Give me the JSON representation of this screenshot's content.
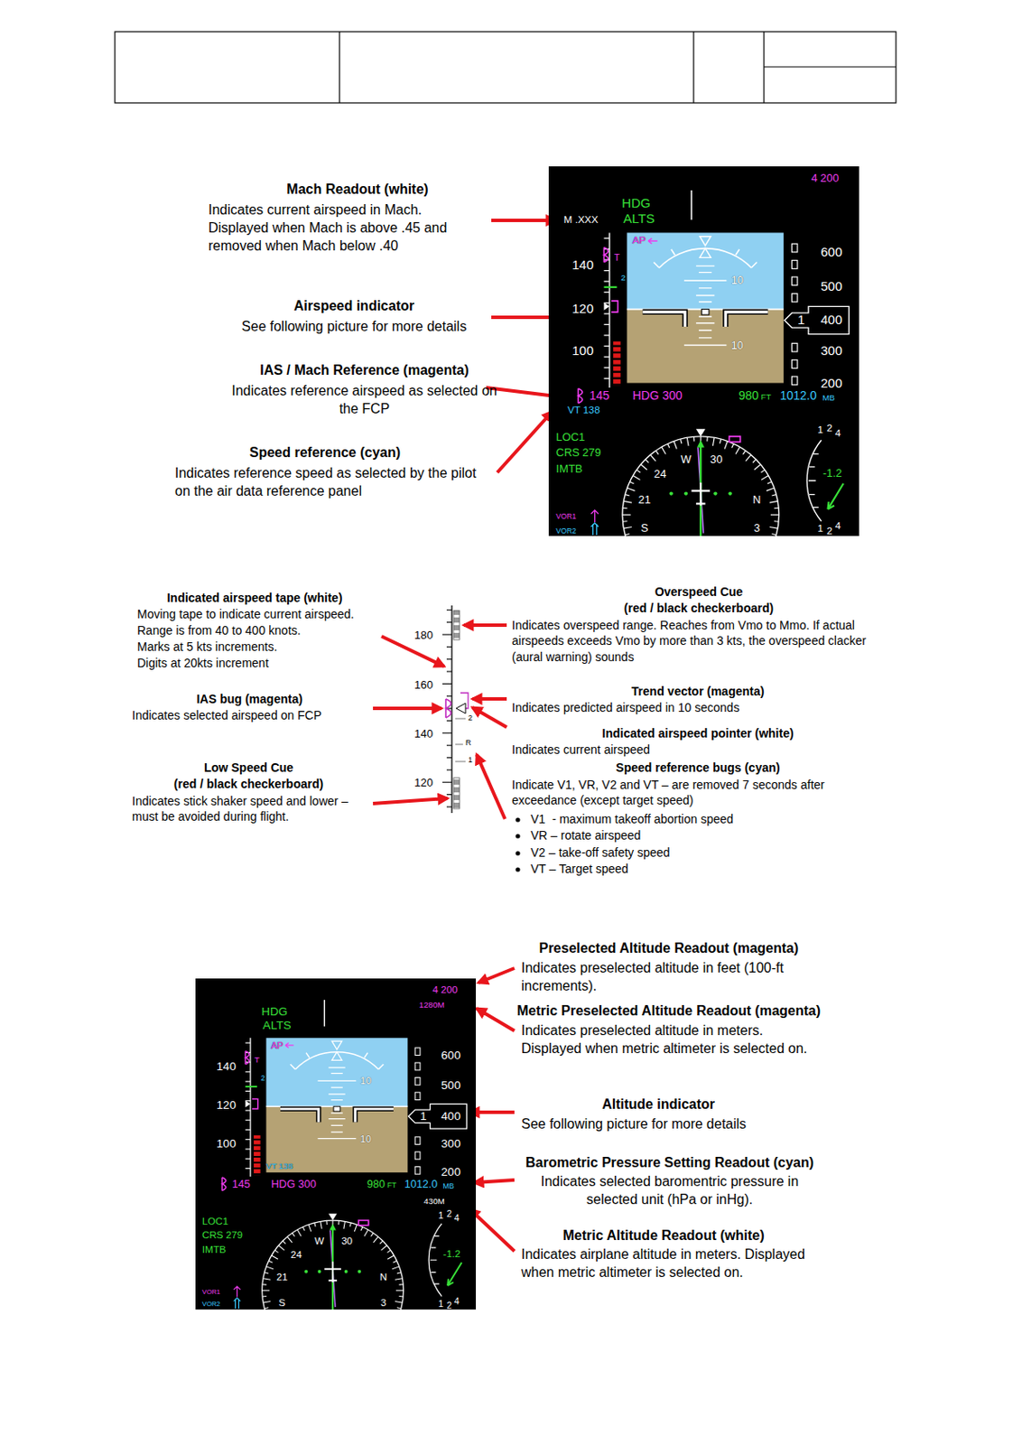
{
  "diagram": {
    "nodes": [
      {
        "text": [
          "4 200",
          "M .XXX",
          "HDG",
          "ALTS",
          "AP",
          "10",
          "10",
          "140",
          "120",
          "100",
          "T",
          "2",
          "600",
          "500",
          "1",
          "400",
          "300",
          "200",
          "145",
          "HDG 300",
          "VT 138",
          "980",
          "FT",
          "1012.0",
          "MB",
          "LOC1",
          "CRS 279",
          "IMTB",
          "24",
          "W",
          "30",
          "21",
          "S",
          "N",
          "3",
          "1",
          "2",
          "4",
          "-1.2",
          "1",
          "2",
          "4",
          "VOR1",
          "VOR2"
        ]
      },
      {
        "text": [
          "4 200",
          "1280M",
          "HDG",
          "ALTS",
          "AP",
          "10",
          "10",
          "140",
          "120",
          "100",
          "T",
          "2",
          "600",
          "500",
          "1",
          "400",
          "300",
          "200",
          "145",
          "HDG 300",
          "VT 138",
          "980",
          "FT",
          "1012.0",
          "MB",
          "LOC1",
          "CRS 279",
          "IMTB",
          "24",
          "W",
          "30",
          "21",
          "S",
          "N",
          "3",
          "430M",
          "1",
          "2",
          "4",
          "-1.2",
          "1",
          "2",
          "4",
          "VOR1",
          "VOR2"
        ]
      }
    ],
    "labels": [
      "Mach Readout (white)",
      "Indicates current airspeed in Mach. Displayed when Mach is above .45 and removed when Mach below .40",
      "Airspeed indicator",
      "See following picture for more details",
      "IAS / Mach Reference (magenta)",
      "Indicates reference airspeed as selected on the FCP",
      "Speed reference (cyan)",
      "Indicates reference speed as selected by the pilot on the air data reference panel",
      "Indicated airspeed tape (white)",
      "Moving tape to indicate current airspeed.",
      "Range is from 40 to 400 knots.",
      "Marks at 5 kts increments.",
      "Digits at 20kts increment",
      "IAS bug (magenta)",
      "Indicates selected airspeed on FCP",
      "Low Speed Cue",
      "(red / black checkerboard)",
      "Indicates stick shaker speed and lower – must be avoided during flight.",
      "Overspeed Cue",
      "(red / black checkerboard)",
      "Indicates overspeed range. Reaches from Vmo to Mmo. If actual airspeeds exceeds Vmo by more than 3 kts, the overspeed clacker (aural warning) sounds",
      "Trend vector (magenta)",
      "Indicates predicted airspeed in 10 seconds",
      "Indicated airspeed pointer (white)",
      "Indicates current airspeed",
      "Speed reference bugs (cyan)",
      "Indicate V1, VR, V2 and VT – are removed 7 seconds after exceedance (except target speed)",
      "V1  - maximum takeoff abortion speed",
      "VR – rotate airspeed",
      "V2 – take-off safety speed",
      "VT – Target speed",
      "180",
      "160",
      "140",
      "120",
      "2",
      "R",
      "1",
      "Preselected Altitude Readout (magenta)",
      "Indicates preselected altitude in feet (100-ft increments).",
      "Metric Preselected Altitude Readout (magenta)",
      "Indicates preselected altitude in meters. Displayed when metric altimeter is selected on.",
      "Altitude indicator",
      "See following picture for more details",
      "Barometric Pressure Setting Readout (cyan)",
      "Indicates selected baromentric pressure in selected unit (hPa or inHg).",
      "Metric Altitude Readout (white)",
      "Indicates airplane altitude in meters. Displayed when metric altimeter is selected on."
    ]
  }
}
